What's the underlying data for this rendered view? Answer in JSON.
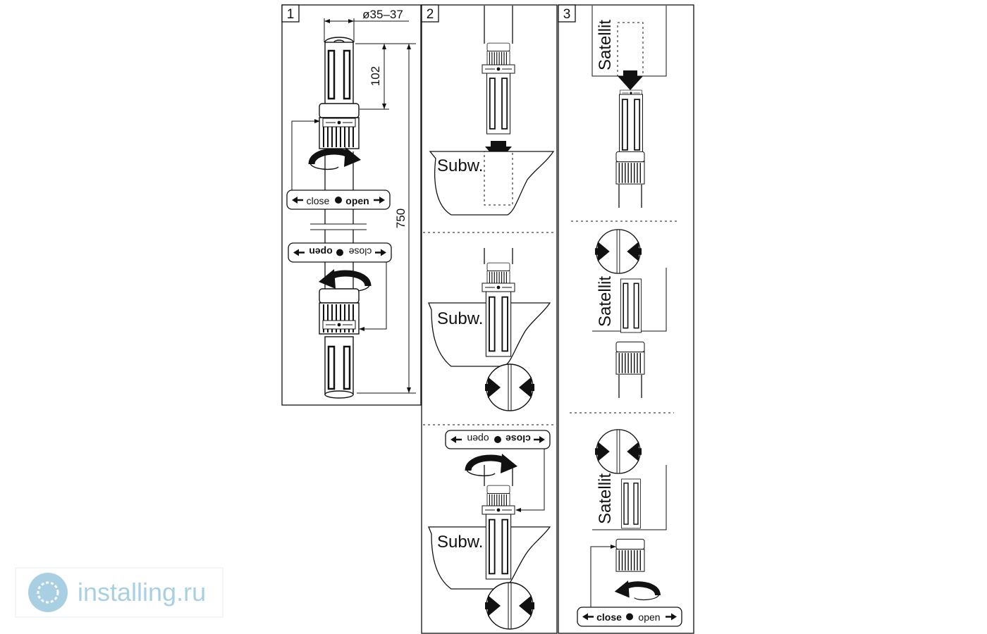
{
  "panels": [
    {
      "number": "1",
      "diameter_label": "ø35–37",
      "length_label": "102",
      "height_label": "750"
    },
    {
      "number": "2",
      "subwoofer_label": "Subw."
    },
    {
      "number": "3",
      "satellite_label": "Satellit"
    }
  ],
  "lock_label": {
    "close": "close",
    "open": "open"
  },
  "watermark": {
    "text": "installing.ru",
    "color": "#a9cfe3"
  }
}
